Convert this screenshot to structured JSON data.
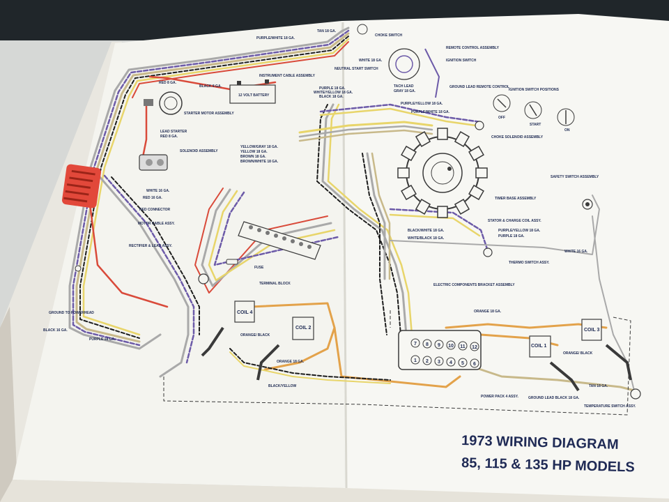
{
  "diagram": {
    "title_line1": "1973 WIRING DIAGRAM",
    "title_line2": "85, 115 & 135 HP MODELS",
    "labels": {
      "tan_18": "TAN 18 GA.",
      "purple_white_18": "PURPLE/WHITE 18 GA.",
      "choke_switch": "CHOKE SWITCH",
      "remote_control_assembly": "REMOTE CONTROL ASSEMBLY",
      "ignition_switch": "IGNITION SWITCH",
      "neutral_start_switch": "NEUTRAL START SWITCH",
      "white_18": "WHITE 18 GA.",
      "red_8": "RED 8 GA.",
      "black_8": "BLACK 8 GA.",
      "instrument_cable_assembly": "INSTRUMENT CABLE ASSEMBLY",
      "battery": "12 VOLT BATTERY",
      "starter_motor_assembly": "STARTER MOTOR ASSEMBLY",
      "lead_starter": "LEAD STARTER",
      "lead_starter_red": "RED 8 GA.",
      "solenoid_assembly": "SOLENOID ASSEMBLY",
      "purple_18": "PURPLE 18 GA.",
      "white_yellow_18": "WHITE/YELLOW 18 GA.",
      "black_18": "BLACK 18 GA.",
      "tach_lead": "TACH LEAD",
      "tach_lead_gray": "GRAY 18 GA.",
      "ground_lead_remote": "GROUND LEAD REMOTE CONTROL",
      "ignition_switch_positions": "IGNITION SWITCH POSITIONS",
      "off": "OFF",
      "start": "START",
      "on": "ON",
      "purple_yellow_18": "PURPLE/YELLOW 18 GA.",
      "choke_solenoid_assembly": "CHOKE SOLENOID ASSEMBLY",
      "yellow_gray_18": "YELLOW/GRAY 18 GA.",
      "yellow_18": "YELLOW 18 GA.",
      "brown_18": "BROWN 18 GA.",
      "brown_white_18": "BROWN/WHITE 18 GA.",
      "timer_base_assembly": "TIMER BASE ASSEMBLY",
      "safety_switch_assembly": "SAFETY SWITCH ASSEMBLY",
      "stator_charge_coil": "STATOR & CHARGE COIL ASSY.",
      "white_16": "WHITE 16 GA.",
      "red_16": "RED 16 GA.",
      "red_connector": "RED CONNECTOR",
      "motor_cable_assy": "MOTOR CABLE ASSY.",
      "rectifier_lead_assy": "RECTIFIER & LEAD ASSY.",
      "fuse": "FUSE",
      "terminal_block": "TERMINAL BLOCK",
      "black_white_18": "BLACK/WHITE 18 GA.",
      "white_black_18": "WHITE/BLACK 18 GA.",
      "purple_yellow_18_b": "PURPLE/YELLOW 18 GA.",
      "purple_18_b": "PURPLE 18 GA.",
      "thermo_switch_assy": "THERMO SWITCH ASSY.",
      "white_16_b": "WHITE 16 GA.",
      "electric_components_bracket": "ELECTRIC COMPONENTS BRACKET ASSEMBLY",
      "orange_18": "ORANGE 18 GA.",
      "orange_18_b": "ORANGE 18 GA.",
      "coil_1": "COIL 1",
      "coil_2": "COIL 2",
      "coil_3": "COIL 3",
      "coil_4": "COIL 4",
      "orange_black": "ORANGE/ BLACK",
      "orange_black_b": "ORANGE/ BLACK",
      "black_yellow": "BLACK/YELLOW",
      "power_pack": "POWER PACK 4 ASSY.",
      "ground_lead_black": "GROUND LEAD BLACK 18 GA.",
      "tan_18_b": "TAN 18 GA.",
      "temperature_switch": "TEMPERATURE SWITCH ASSY.",
      "ground_to_powerhead": "GROUND TO POWERHEAD",
      "black_16": "BLACK 16 GA.",
      "purple_18_c": "PURPLE 18 GA."
    },
    "power_pack_pins_top": [
      "7",
      "8",
      "9",
      "10",
      "11",
      "12"
    ],
    "power_pack_pins_bottom": [
      "1",
      "2",
      "3",
      "4",
      "5",
      "6"
    ],
    "colors": {
      "paper": "#f3f3ee",
      "ink": "#1e2a52",
      "red_wire": "#d94a3a",
      "yellow_wire": "#e8d56a",
      "purple_wire": "#6c5aa8",
      "orange_wire": "#e3a24a",
      "tan_wire": "#c8b98a",
      "gray_wire": "#a9a9a9",
      "black_wire": "#1c1c1c",
      "connector_red": "#e2483a"
    }
  }
}
